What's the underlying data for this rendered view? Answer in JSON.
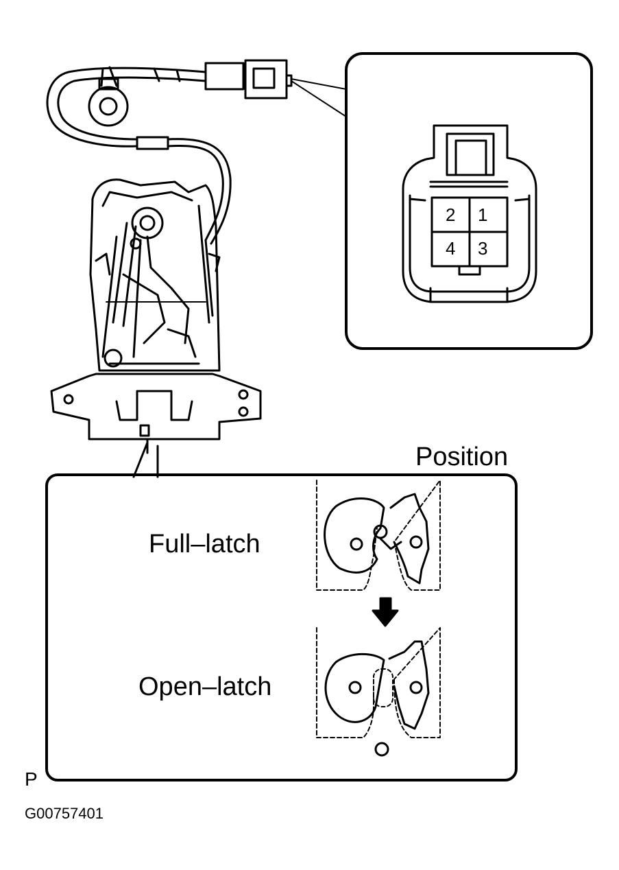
{
  "connector": {
    "pins": [
      "2",
      "1",
      "4",
      "3"
    ]
  },
  "latch_box": {
    "heading": "Position",
    "states": [
      {
        "label": "Full–latch"
      },
      {
        "label": "Open–latch"
      }
    ]
  },
  "page_letter": "P",
  "figure_code": "G00757401"
}
